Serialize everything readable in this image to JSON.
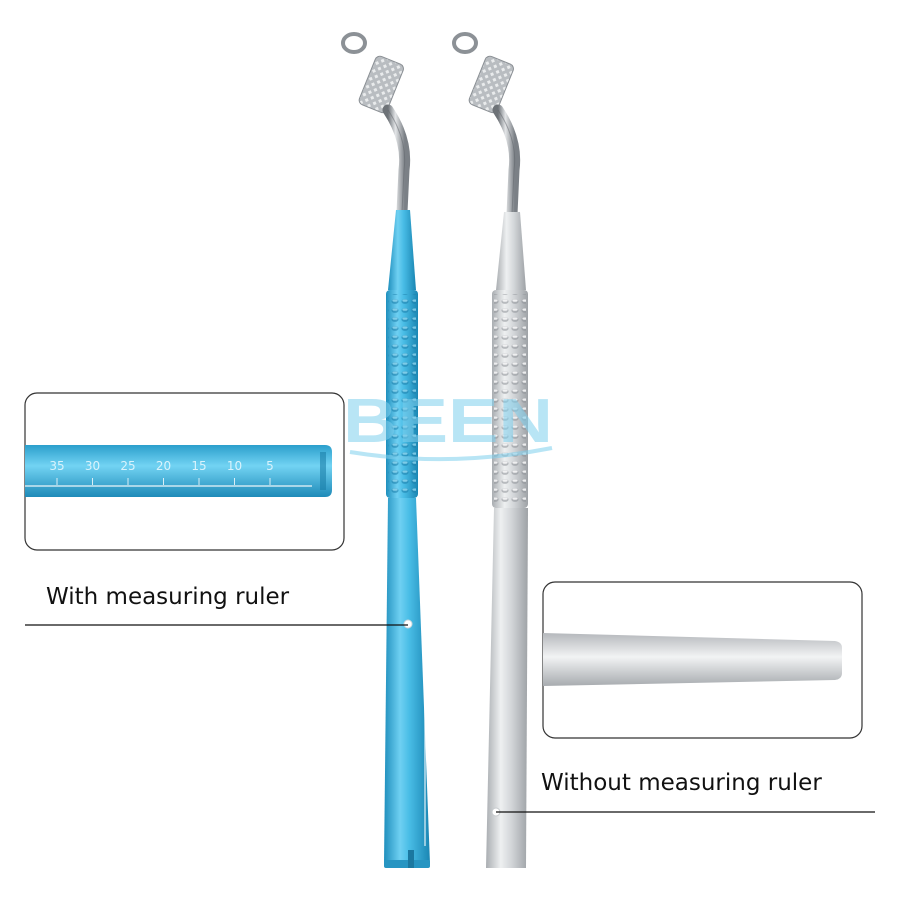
{
  "watermark": {
    "text": "BEEN",
    "color": "#7fd0ee"
  },
  "labels": {
    "with_ruler": "With measuring ruler",
    "without_ruler": "Without measuring ruler"
  },
  "ruler_marks": [
    "35",
    "30",
    "25",
    "20",
    "15",
    "10",
    "5"
  ],
  "colors": {
    "blue_handle": "#3fb2dc",
    "silver_handle": "#cdd0d3",
    "steel": "#9aa0a6"
  }
}
